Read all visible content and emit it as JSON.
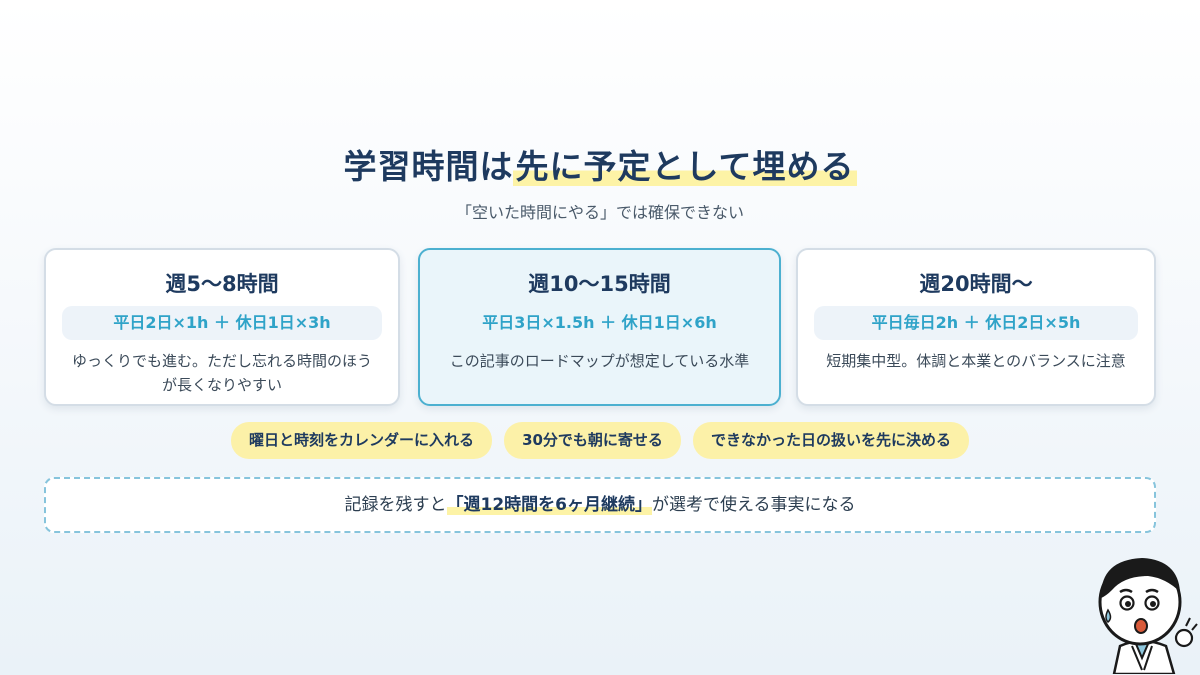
{
  "header": {
    "title_plain": "学習時間は",
    "title_highlight": "先に予定として埋める",
    "subtitle": "「空いた時間にやる」では確保できない"
  },
  "plans": [
    {
      "title": "週5〜8時間",
      "schedule": "平日2日×1h ＋ 休日1日×3h",
      "description": "ゆっくりでも進む。ただし忘れる時間のほうが長くなりやすい",
      "highlighted": false
    },
    {
      "title": "週10〜15時間",
      "schedule": "平日3日×1.5h ＋ 休日1日×6h",
      "description": "この記事のロードマップが想定している水準",
      "highlighted": true
    },
    {
      "title": "週20時間〜",
      "schedule": "平日毎日2h ＋ 休日2日×5h",
      "description": "短期集中型。体調と本業とのバランスに注意",
      "highlighted": false
    }
  ],
  "tips": [
    "曜日と時刻をカレンダーに入れる",
    "30分でも朝に寄せる",
    "できなかった日の扱いを先に決める"
  ],
  "note": {
    "before": "記録を残すと",
    "highlight": "「週12時間を6ヶ月継続」",
    "after": "が選考で使える事実になる"
  },
  "colors": {
    "title": "#1e3a5f",
    "accent_blue": "#2fa3c8",
    "active_border": "#4cb0d0",
    "chip_yellow": "#fcf1a8",
    "highlight_yellow": "#fdf3a6"
  },
  "icons": {
    "mascot": "worried-businessman-icon"
  }
}
